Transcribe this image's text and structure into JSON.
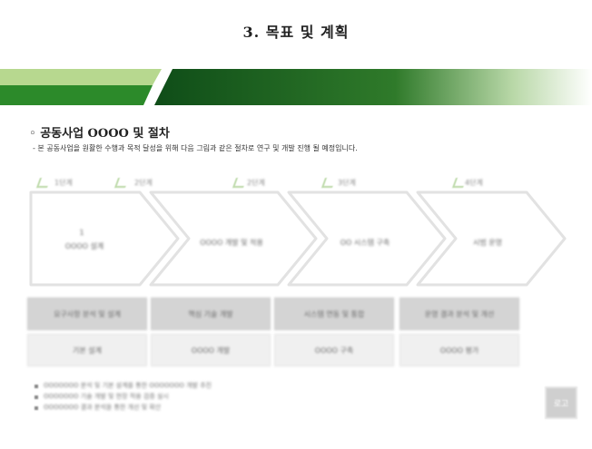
{
  "page": {
    "title": "3. 목표 및 계획",
    "section_heading": "◦ 공동사업 OOOO 및 절차",
    "section_desc": "- 본 공동사업을 원활한 수행과 목적 달성을 위해 다음 그림과 같은 절차로 연구 및 개발 진행 될 예정입니다."
  },
  "colors": {
    "banner_light": "#b7d88f",
    "banner_mid": "#3f9a2c",
    "banner_dark": "#0f5a1c",
    "chevron_border": "#e4e4e4",
    "cell_dark": "#d4d4d4",
    "cell_light": "#f0f0f0"
  },
  "flow": {
    "stages": [
      {
        "label": "1단계",
        "text_line1": "1",
        "text_line2": "OOOO 설계"
      },
      {
        "label": "2단계",
        "text_line1": "",
        "text_line2": "OOOO 개발 및 적용"
      },
      {
        "label": "3단계",
        "text_line1": "",
        "text_line2": "OO 시스템 구축"
      },
      {
        "label": "4단계",
        "text_line1": "",
        "text_line2": "시범 운영"
      }
    ],
    "row1": [
      "요구사항 분석 및 설계",
      "핵심 기술 개발",
      "시스템 연동 및 통합",
      "운영 결과 분석 및 개선"
    ],
    "row2": [
      "기본 설계",
      "OOOO 개발",
      "OOOO 구축",
      "OOOO 평가"
    ]
  },
  "notes": [
    "OOOOOOO 분석 및 기본 설계를 통한 OOOOOOO 개발 추진",
    "OOOOOOO 기술 개발 및 현장 적용 검증 실시",
    "OOOOOOO 결과 분석을 통한 개선 및 확산"
  ],
  "logo": {
    "text": "로고"
  }
}
